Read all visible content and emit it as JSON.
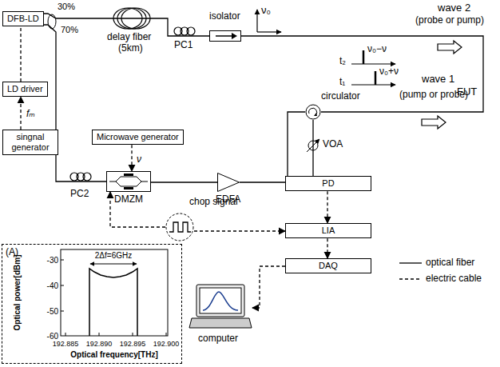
{
  "diagram": {
    "nodes": [
      {
        "text": [
          "DFB-LD"
        ]
      },
      {
        "text": [
          "LD driver"
        ]
      },
      {
        "text": [
          "singnal generator"
        ]
      },
      {
        "text": [
          "isolator"
        ]
      },
      {
        "text": [
          "Microwave generator"
        ]
      },
      {
        "text": [
          "DMZM"
        ]
      },
      {
        "text": [
          "EDFA"
        ]
      },
      {
        "text": [
          "circulator"
        ]
      },
      {
        "text": [
          "chop signal"
        ]
      },
      {
        "text": [
          "PD"
        ]
      },
      {
        "text": [
          "LIA"
        ]
      },
      {
        "text": [
          "DAQ"
        ]
      },
      {
        "text": [
          "computer"
        ]
      },
      {
        "text": [
          "(A)"
        ]
      }
    ],
    "edges": [
      {
        "from": 2,
        "to": 1,
        "arrow": "to",
        "label": "fₘ"
      },
      {
        "from": 1,
        "to": 0,
        "arrow": "none"
      },
      {
        "from": 0,
        "to": 3,
        "arrow": "none"
      },
      {
        "from": 0,
        "to": 5,
        "arrow": "none"
      },
      {
        "from": 4,
        "to": 5,
        "arrow": "to",
        "label": "ν"
      },
      {
        "from": 8,
        "to": 5,
        "arrow": "to"
      },
      {
        "from": 5,
        "to": 6,
        "arrow": "none"
      },
      {
        "from": 6,
        "to": 7,
        "arrow": "none"
      },
      {
        "from": 3,
        "to": 7,
        "arrow": "none"
      },
      {
        "from": 7,
        "to": 9,
        "arrow": "none"
      },
      {
        "from": 9,
        "to": 10,
        "arrow": "to"
      },
      {
        "from": 8,
        "to": 10,
        "arrow": "to"
      },
      {
        "from": 10,
        "to": 11,
        "arrow": "to"
      },
      {
        "from": 11,
        "to": 12,
        "arrow": "to"
      }
    ],
    "labels": [
      "30%",
      "70%",
      "delay fiber",
      "(5km)",
      "PC1",
      "ν₀",
      "wave 2",
      "(probe or pump)",
      "FUT",
      "t₂",
      "ν₀−ν",
      "t₁",
      "ν₀+ν",
      "wave 1",
      "(pump or probe)",
      "PC2",
      "VOA",
      "-30",
      "-40",
      "-50",
      "-60",
      "192.885",
      "192.890",
      "192.895",
      "192.900",
      "Optical power[dBm]",
      "Optical frequency[THz]",
      "2Δf=6GHz"
    ],
    "legend": [
      {
        "text": "optical fiber"
      },
      {
        "text": "electric cable"
      }
    ]
  }
}
